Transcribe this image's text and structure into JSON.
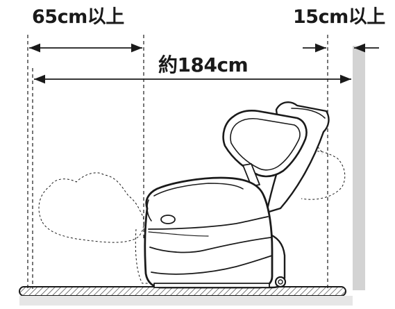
{
  "labels": {
    "front_clearance": "65cm以上",
    "rear_clearance": "15cm以上",
    "total_length": "約184cm"
  },
  "colors": {
    "ink": "#1a1a1a",
    "wall": "#d3d3d3",
    "floor_fill": "#e6e6e6"
  },
  "icons": {
    "chair": "massage-chair-icon",
    "arrow": "double-arrow-icon"
  }
}
